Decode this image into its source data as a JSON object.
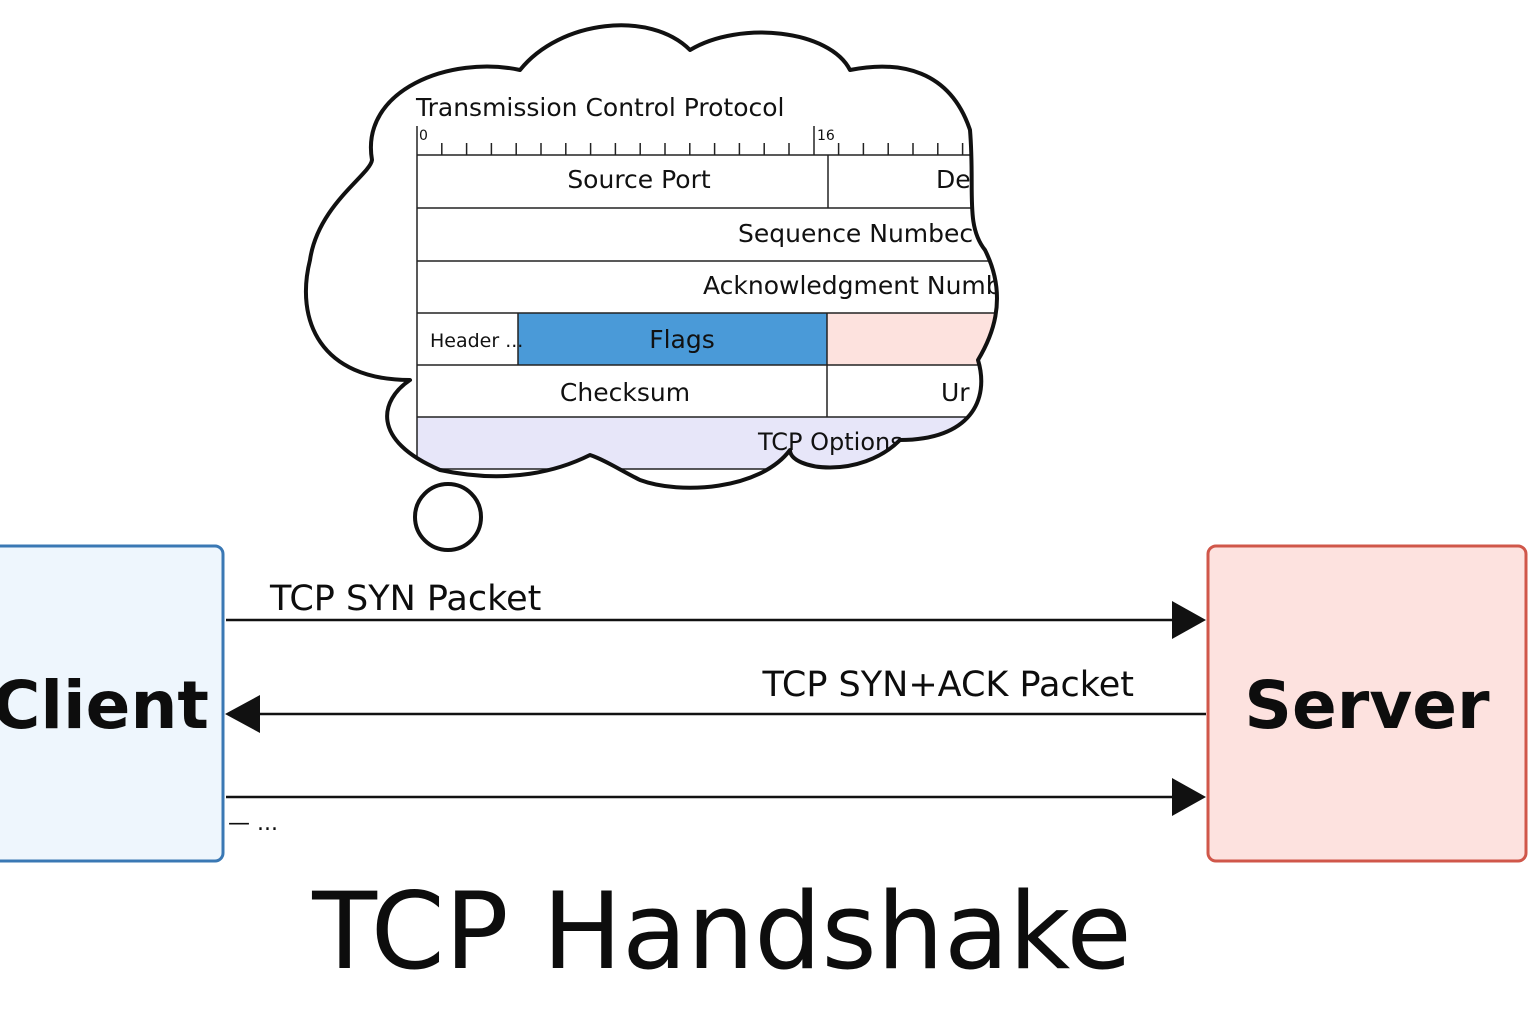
{
  "title": "TCP Handshake",
  "client": {
    "label": "Client",
    "fill": "#eef6fd",
    "stroke": "#3a78b4"
  },
  "server": {
    "label": "Server",
    "fill": "#fde2df",
    "stroke": "#d0574a"
  },
  "messages": {
    "syn": "TCP SYN Packet",
    "synack": "TCP SYN+ACK Packet",
    "ack_stub": "— ..."
  },
  "thought": {
    "heading": "Transmission Control Protocol",
    "ruler_start": "0",
    "ruler_mid": "16",
    "fields": {
      "source_port": "Source Port",
      "dest_port": "De",
      "sequence": "Sequence Numbec",
      "acknowledgment": "Acknowledgment Numbe",
      "header": "Header ...",
      "flags": "Flags",
      "checksum": "Checksum",
      "urgent": "Ur",
      "options": "TCP Options"
    },
    "colors": {
      "flags": "#4a9ad8",
      "window": "#fde2de",
      "options": "#e7e6f9"
    }
  }
}
